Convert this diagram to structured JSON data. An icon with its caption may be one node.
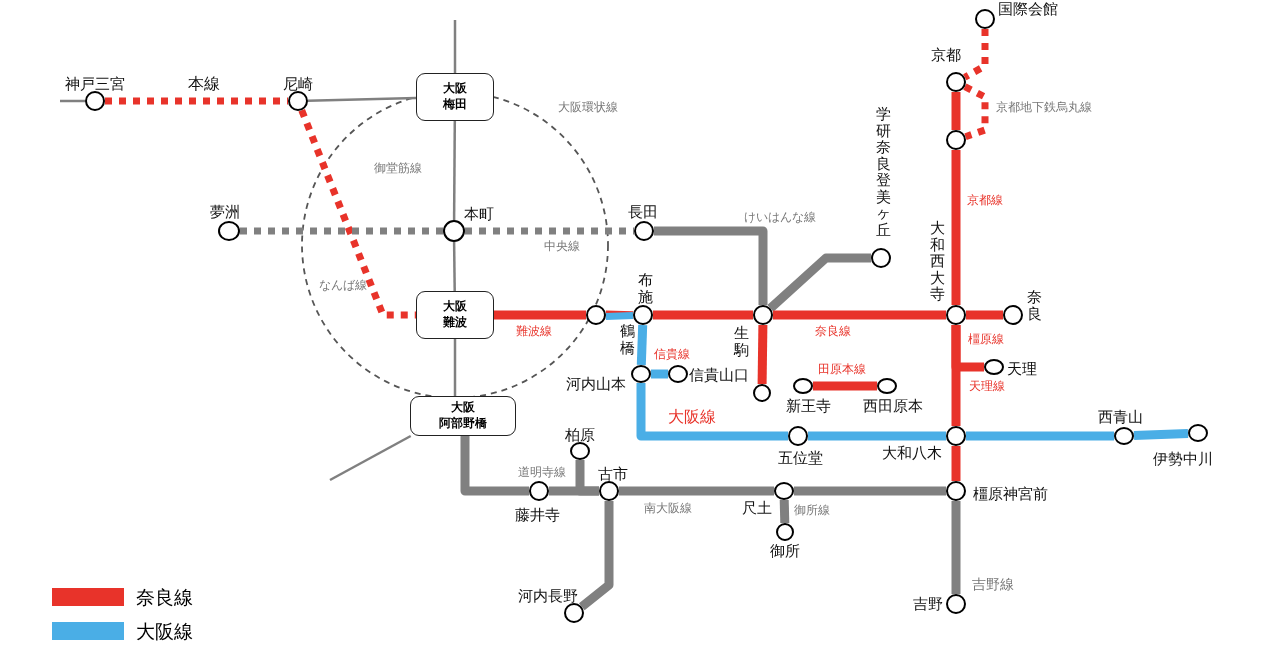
{
  "diagram": {
    "nodes": [
      {
        "text": [
          "神戸三宮"
        ]
      },
      {
        "text": [
          "尼崎"
        ]
      },
      {
        "text": [
          "大阪",
          "梅田"
        ]
      },
      {
        "text": [
          "夢洲"
        ]
      },
      {
        "text": [
          "本町"
        ]
      },
      {
        "text": [
          "長田"
        ]
      },
      {
        "text": [
          "大阪",
          "難波"
        ]
      },
      {
        "text": [
          "鶴橋"
        ]
      },
      {
        "text": [
          "布施"
        ]
      },
      {
        "text": [
          "生駒"
        ]
      },
      {
        "text": [
          "学研奈良登美ヶ丘"
        ]
      },
      {
        "text": [
          "国際会館"
        ]
      },
      {
        "text": [
          "京都"
        ]
      },
      {
        "text": [],
        "shape": "circle"
      },
      {
        "text": [
          "大和西大寺"
        ]
      },
      {
        "text": [
          "奈良"
        ]
      },
      {
        "text": [
          "河内山本"
        ]
      },
      {
        "text": [
          "信貴山口"
        ]
      },
      {
        "text": [],
        "shape": "circle"
      },
      {
        "text": [
          "新王寺"
        ]
      },
      {
        "text": [
          "西田原本"
        ]
      },
      {
        "text": [
          "天理"
        ]
      },
      {
        "text": [
          "大阪",
          "阿部野橋"
        ]
      },
      {
        "text": [
          "五位堂"
        ]
      },
      {
        "text": [
          "大和八木"
        ]
      },
      {
        "text": [
          "西青山"
        ]
      },
      {
        "text": [
          "伊勢中川"
        ]
      },
      {
        "text": [
          "柏原"
        ]
      },
      {
        "text": [
          "藤井寺"
        ]
      },
      {
        "text": [
          "古市"
        ]
      },
      {
        "text": [
          "尺土"
        ]
      },
      {
        "text": [
          "御所"
        ]
      },
      {
        "text": [
          "橿原神宮前"
        ]
      },
      {
        "text": [
          "河内長野"
        ]
      },
      {
        "text": [
          "吉野"
        ]
      }
    ],
    "edges": [
      {
        "from": null,
        "to": 0,
        "arrow": "none"
      },
      {
        "from": 0,
        "to": 1,
        "arrow": "none",
        "style": "dashed",
        "color": "#e8332a"
      },
      {
        "from": 1,
        "to": 2,
        "arrow": "none"
      },
      {
        "from": null,
        "to": 2,
        "arrow": "none"
      },
      {
        "from": 2,
        "to": 4,
        "arrow": "none"
      },
      {
        "from": 4,
        "to": 6,
        "arrow": "none"
      },
      {
        "from": 6,
        "to": 22,
        "arrow": "none"
      },
      {
        "from": 1,
        "to": 6,
        "arrow": "none",
        "style": "dashed",
        "color": "#e8332a"
      },
      {
        "from": 3,
        "to": 4,
        "arrow": "none",
        "style": "dashed"
      },
      {
        "from": 4,
        "to": 5,
        "arrow": "none",
        "style": "dashed"
      },
      {
        "from": 5,
        "to": 9,
        "arrow": "none"
      },
      {
        "from": 9,
        "to": 10,
        "arrow": "none"
      },
      {
        "from": 6,
        "to": 7,
        "arrow": "none",
        "color": "#e8332a"
      },
      {
        "from": 7,
        "to": 8,
        "arrow": "none",
        "color": "#e8332a"
      },
      {
        "from": 7,
        "to": 8,
        "arrow": "none",
        "color": "#4aaee6"
      },
      {
        "from": 8,
        "to": 16,
        "arrow": "none",
        "color": "#4aaee6"
      },
      {
        "from": 8,
        "to": 9,
        "arrow": "none",
        "color": "#e8332a"
      },
      {
        "from": 9,
        "to": 14,
        "arrow": "none",
        "color": "#e8332a"
      },
      {
        "from": 14,
        "to": 15,
        "arrow": "none",
        "color": "#e8332a"
      },
      {
        "from": 9,
        "to": 18,
        "arrow": "none",
        "color": "#e8332a"
      },
      {
        "from": 11,
        "to": 12,
        "arrow": "none",
        "style": "dashed",
        "color": "#e8332a"
      },
      {
        "from": 12,
        "to": 13,
        "arrow": "none",
        "style": "dashed",
        "color": "#e8332a"
      },
      {
        "from": 12,
        "to": 13,
        "arrow": "none",
        "color": "#e8332a"
      },
      {
        "from": 13,
        "to": 14,
        "arrow": "none",
        "color": "#e8332a"
      },
      {
        "from": 14,
        "to": 24,
        "arrow": "none",
        "color": "#e8332a"
      },
      {
        "from": 14,
        "to": 21,
        "arrow": "none",
        "color": "#e8332a"
      },
      {
        "from": 19,
        "to": 20,
        "arrow": "none",
        "color": "#e8332a"
      },
      {
        "from": 24,
        "to": 32,
        "arrow": "none",
        "color": "#e8332a"
      },
      {
        "from": 16,
        "to": 17,
        "arrow": "none",
        "color": "#4aaee6"
      },
      {
        "from": 16,
        "to": 23,
        "arrow": "none",
        "color": "#4aaee6"
      },
      {
        "from": 23,
        "to": 24,
        "arrow": "none",
        "color": "#4aaee6"
      },
      {
        "from": 24,
        "to": 25,
        "arrow": "none",
        "color": "#4aaee6"
      },
      {
        "from": 25,
        "to": 26,
        "arrow": "none",
        "color": "#4aaee6"
      },
      {
        "from": 22,
        "to": 28,
        "arrow": "none"
      },
      {
        "from": 27,
        "to": 29,
        "arrow": "none"
      },
      {
        "from": 28,
        "to": 29,
        "arrow": "none"
      },
      {
        "from": 29,
        "to": 33,
        "arrow": "none"
      },
      {
        "from": 29,
        "to": 30,
        "arrow": "none"
      },
      {
        "from": 30,
        "to": 32,
        "arrow": "none"
      },
      {
        "from": 30,
        "to": 31,
        "arrow": "none"
      },
      {
        "from": 32,
        "to": 34,
        "arrow": "none"
      },
      {
        "from": null,
        "to": 22,
        "arrow": "none"
      }
    ],
    "labels": [
      "本線",
      "大阪環状線",
      "京都地下鉄烏丸線",
      "御堂筋線",
      "京都線",
      "けいはんな線",
      "中央線",
      "なんば線",
      "難波線",
      "奈良線",
      "橿原線",
      "信貴線",
      "田原本線",
      "天理線",
      "大阪線",
      "道明寺線",
      "南大阪線",
      "御所線",
      "吉野線"
    ],
    "legend": [
      {
        "text": "奈良線",
        "color": "#e8332a"
      },
      {
        "text": "大阪線",
        "color": "#4aaee6"
      }
    ]
  }
}
